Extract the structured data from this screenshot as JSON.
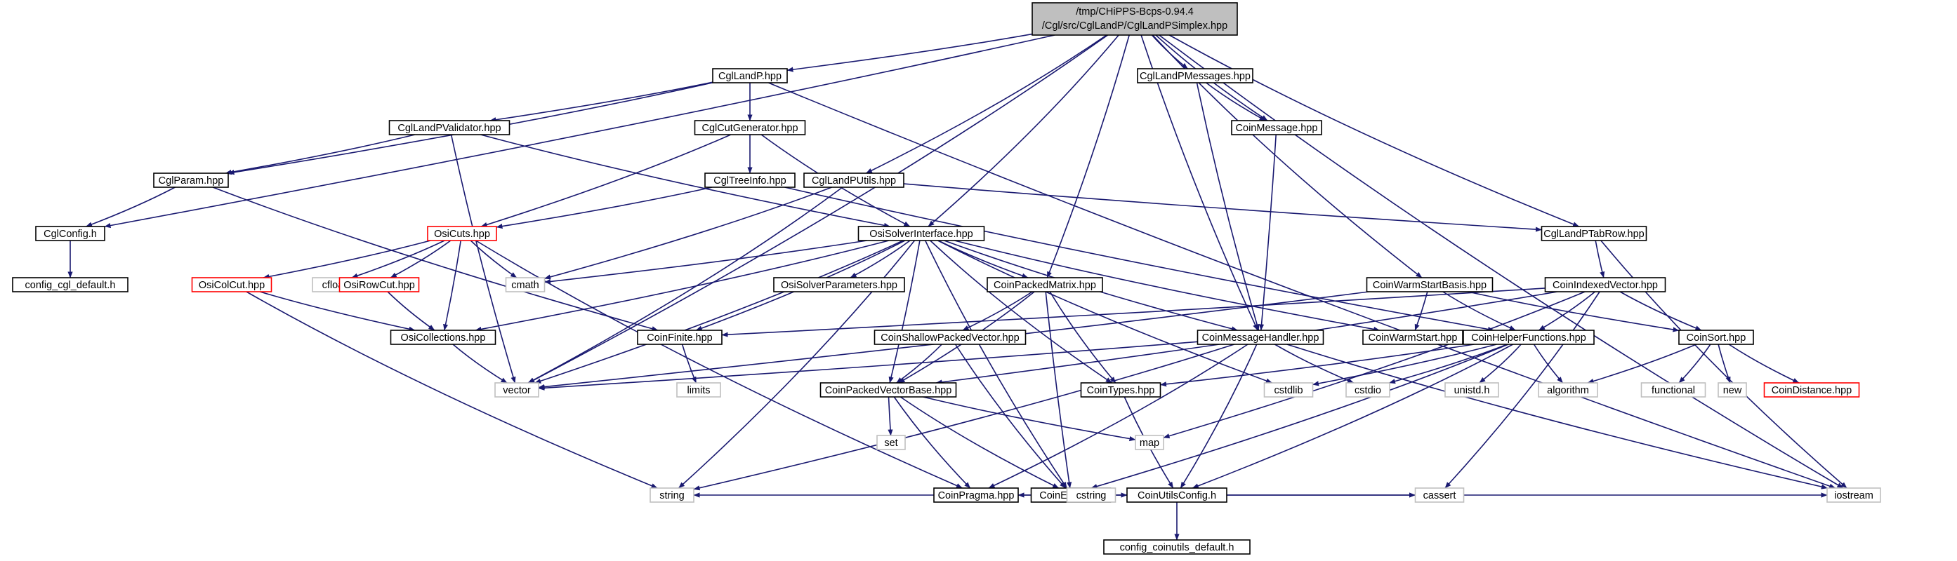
{
  "colors": {
    "edge": "#191970",
    "root_fill": "#bfbfbf",
    "normal_border": "#000000",
    "truncated_border": "#ff0000",
    "system_border": "#bfbfbf",
    "fill": "#ffffff"
  },
  "nodes": [
    {
      "id": "root",
      "label": "/tmp/CHiPPS-Bcps-0.94.4",
      "label2": "/Cgl/src/CglLandP/CglLandPSimplex.hpp",
      "kind": "root"
    },
    {
      "id": "cglconfig",
      "label": "CglConfig.h",
      "kind": "normal"
    },
    {
      "id": "configcgl",
      "label": "config_cgl_default.h",
      "kind": "normal"
    },
    {
      "id": "cglparam",
      "label": "CglParam.hpp",
      "kind": "normal"
    },
    {
      "id": "cgllandp",
      "label": "CglLandP.hpp",
      "kind": "normal"
    },
    {
      "id": "validator",
      "label": "CglLandPValidator.hpp",
      "kind": "normal"
    },
    {
      "id": "cutgen",
      "label": "CglCutGenerator.hpp",
      "kind": "normal"
    },
    {
      "id": "treeinfo",
      "label": "CglTreeInfo.hpp",
      "kind": "normal"
    },
    {
      "id": "utils",
      "label": "CglLandPUtils.hpp",
      "kind": "normal"
    },
    {
      "id": "messages",
      "label": "CglLandPMessages.hpp",
      "kind": "normal"
    },
    {
      "id": "coinmessage",
      "label": "CoinMessage.hpp",
      "kind": "normal"
    },
    {
      "id": "tabrow",
      "label": "CglLandPTabRow.hpp",
      "kind": "normal"
    },
    {
      "id": "osicuts",
      "label": "OsiCuts.hpp",
      "kind": "truncated"
    },
    {
      "id": "osisolver",
      "label": "OsiSolverInterface.hpp",
      "kind": "normal"
    },
    {
      "id": "osicolcut",
      "label": "OsiColCut.hpp",
      "kind": "truncated"
    },
    {
      "id": "cfloat",
      "label": "cfloat",
      "kind": "system"
    },
    {
      "id": "osirowcut",
      "label": "OsiRowCut.hpp",
      "kind": "truncated"
    },
    {
      "id": "cmath",
      "label": "cmath",
      "kind": "system"
    },
    {
      "id": "osiparams",
      "label": "OsiSolverParameters.hpp",
      "kind": "normal"
    },
    {
      "id": "packedmatrix",
      "label": "CoinPackedMatrix.hpp",
      "kind": "normal"
    },
    {
      "id": "warmstartbasis",
      "label": "CoinWarmStartBasis.hpp",
      "kind": "normal"
    },
    {
      "id": "indexedvector",
      "label": "CoinIndexedVector.hpp",
      "kind": "normal"
    },
    {
      "id": "osicollections",
      "label": "OsiCollections.hpp",
      "kind": "normal"
    },
    {
      "id": "coinfinite",
      "label": "CoinFinite.hpp",
      "kind": "normal"
    },
    {
      "id": "shallowpacked",
      "label": "CoinShallowPackedVector.hpp",
      "kind": "normal"
    },
    {
      "id": "msghandler",
      "label": "CoinMessageHandler.hpp",
      "kind": "normal"
    },
    {
      "id": "coinwarmstart",
      "label": "CoinWarmStart.hpp",
      "kind": "normal"
    },
    {
      "id": "helperfuncs",
      "label": "CoinHelperFunctions.hpp",
      "kind": "normal"
    },
    {
      "id": "coinsort",
      "label": "CoinSort.hpp",
      "kind": "normal"
    },
    {
      "id": "vector",
      "label": "vector",
      "kind": "system"
    },
    {
      "id": "limits",
      "label": "limits",
      "kind": "system"
    },
    {
      "id": "packedvectorbase",
      "label": "CoinPackedVectorBase.hpp",
      "kind": "normal"
    },
    {
      "id": "cointypes",
      "label": "CoinTypes.hpp",
      "kind": "normal"
    },
    {
      "id": "cstdlib",
      "label": "cstdlib",
      "kind": "system"
    },
    {
      "id": "cstdio",
      "label": "cstdio",
      "kind": "system"
    },
    {
      "id": "unistd",
      "label": "unistd.h",
      "kind": "system"
    },
    {
      "id": "algorithm",
      "label": "algorithm",
      "kind": "system"
    },
    {
      "id": "functional",
      "label": "functional",
      "kind": "system"
    },
    {
      "id": "new",
      "label": "new",
      "kind": "system"
    },
    {
      "id": "coindistance",
      "label": "CoinDistance.hpp",
      "kind": "truncated"
    },
    {
      "id": "set",
      "label": "set",
      "kind": "system"
    },
    {
      "id": "map",
      "label": "map",
      "kind": "system"
    },
    {
      "id": "coinerror",
      "label": "CoinError.hpp",
      "kind": "normal"
    },
    {
      "id": "string",
      "label": "string",
      "kind": "system"
    },
    {
      "id": "coinpragma",
      "label": "CoinPragma.hpp",
      "kind": "normal"
    },
    {
      "id": "cstring",
      "label": "cstring",
      "kind": "system"
    },
    {
      "id": "utilsconfig",
      "label": "CoinUtilsConfig.h",
      "kind": "normal"
    },
    {
      "id": "cassert",
      "label": "cassert",
      "kind": "system"
    },
    {
      "id": "iostream",
      "label": "iostream",
      "kind": "system"
    },
    {
      "id": "configcoinutils",
      "label": "config_coinutils_default.h",
      "kind": "normal"
    }
  ],
  "edges": [
    [
      "root",
      "cglconfig"
    ],
    [
      "root",
      "vector"
    ],
    [
      "root",
      "cgllandp"
    ],
    [
      "root",
      "utils"
    ],
    [
      "root",
      "osisolver"
    ],
    [
      "root",
      "packedmatrix"
    ],
    [
      "root",
      "messages"
    ],
    [
      "root",
      "coinmessage"
    ],
    [
      "root",
      "msghandler"
    ],
    [
      "root",
      "warmstartbasis"
    ],
    [
      "root",
      "tabrow"
    ],
    [
      "root",
      "iostream"
    ],
    [
      "cglconfig",
      "configcgl"
    ],
    [
      "cglparam",
      "cglconfig"
    ],
    [
      "cglparam",
      "coinfinite"
    ],
    [
      "cgllandp",
      "cglparam"
    ],
    [
      "cgllandp",
      "validator"
    ],
    [
      "cgllandp",
      "cutgen"
    ],
    [
      "cgllandp",
      "iostream"
    ],
    [
      "validator",
      "cglparam"
    ],
    [
      "validator",
      "vector"
    ],
    [
      "validator",
      "osisolver"
    ],
    [
      "cutgen",
      "osicuts"
    ],
    [
      "cutgen",
      "treeinfo"
    ],
    [
      "cutgen",
      "osisolver"
    ],
    [
      "treeinfo",
      "osicuts"
    ],
    [
      "treeinfo",
      "helperfuncs"
    ],
    [
      "utils",
      "cmath"
    ],
    [
      "utils",
      "vector"
    ],
    [
      "utils",
      "tabrow"
    ],
    [
      "messages",
      "coinmessage"
    ],
    [
      "messages",
      "msghandler"
    ],
    [
      "coinmessage",
      "msghandler"
    ],
    [
      "tabrow",
      "indexedvector"
    ],
    [
      "tabrow",
      "iostream"
    ],
    [
      "osicuts",
      "osicolcut"
    ],
    [
      "osicuts",
      "cfloat"
    ],
    [
      "osicuts",
      "osirowcut"
    ],
    [
      "osicuts",
      "cmath"
    ],
    [
      "osicuts",
      "osicollections"
    ],
    [
      "osicuts",
      "coinpragma"
    ],
    [
      "osicolcut",
      "osicollections"
    ],
    [
      "osicolcut",
      "string"
    ],
    [
      "osirowcut",
      "osicollections"
    ],
    [
      "osicollections",
      "vector"
    ],
    [
      "osisolver",
      "cmath"
    ],
    [
      "osisolver",
      "osicollections"
    ],
    [
      "osisolver",
      "coinfinite"
    ],
    [
      "osisolver",
      "vector"
    ],
    [
      "osisolver",
      "string"
    ],
    [
      "osisolver",
      "osiparams"
    ],
    [
      "osisolver",
      "packedmatrix"
    ],
    [
      "osisolver",
      "packedvectorbase"
    ],
    [
      "osisolver",
      "coinerror"
    ],
    [
      "osisolver",
      "cointypes"
    ],
    [
      "osisolver",
      "cstdlib"
    ],
    [
      "osisolver",
      "msghandler"
    ],
    [
      "osisolver",
      "coinwarmstart"
    ],
    [
      "packedmatrix",
      "shallowpacked"
    ],
    [
      "packedmatrix",
      "packedvectorbase"
    ],
    [
      "packedmatrix",
      "coinerror"
    ],
    [
      "packedmatrix",
      "cointypes"
    ],
    [
      "shallowpacked",
      "packedvectorbase"
    ],
    [
      "shallowpacked",
      "coinerror"
    ],
    [
      "coinfinite",
      "limits"
    ],
    [
      "warmstartbasis",
      "vector"
    ],
    [
      "warmstartbasis",
      "coinwarmstart"
    ],
    [
      "warmstartbasis",
      "helperfuncs"
    ],
    [
      "warmstartbasis",
      "coinsort"
    ],
    [
      "indexedvector",
      "coinfinite"
    ],
    [
      "indexedvector",
      "helperfuncs"
    ],
    [
      "indexedvector",
      "coinsort"
    ],
    [
      "indexedvector",
      "packedvectorbase"
    ],
    [
      "indexedvector",
      "cassert"
    ],
    [
      "indexedvector",
      "map"
    ],
    [
      "msghandler",
      "vector"
    ],
    [
      "msghandler",
      "string"
    ],
    [
      "msghandler",
      "cstdio"
    ],
    [
      "msghandler",
      "iostream"
    ],
    [
      "msghandler",
      "coinpragma"
    ],
    [
      "msghandler",
      "utilsconfig"
    ],
    [
      "helperfuncs",
      "cointypes"
    ],
    [
      "helperfuncs",
      "cstdlib"
    ],
    [
      "helperfuncs",
      "cstdio"
    ],
    [
      "helperfuncs",
      "unistd"
    ],
    [
      "helperfuncs",
      "algorithm"
    ],
    [
      "helperfuncs",
      "coinerror"
    ],
    [
      "helperfuncs",
      "utilsconfig"
    ],
    [
      "coinsort",
      "algorithm"
    ],
    [
      "coinsort",
      "functional"
    ],
    [
      "coinsort",
      "new"
    ],
    [
      "coinsort",
      "coindistance"
    ],
    [
      "packedvectorbase",
      "set"
    ],
    [
      "packedvectorbase",
      "map"
    ],
    [
      "packedvectorbase",
      "coinerror"
    ],
    [
      "packedvectorbase",
      "coinpragma"
    ],
    [
      "cointypes",
      "utilsconfig"
    ],
    [
      "coinerror",
      "string"
    ],
    [
      "coinerror",
      "coinpragma"
    ],
    [
      "coinerror",
      "cstring"
    ],
    [
      "coinerror",
      "utilsconfig"
    ],
    [
      "coinerror",
      "cassert"
    ],
    [
      "coinerror",
      "iostream"
    ],
    [
      "utilsconfig",
      "configcoinutils"
    ]
  ]
}
